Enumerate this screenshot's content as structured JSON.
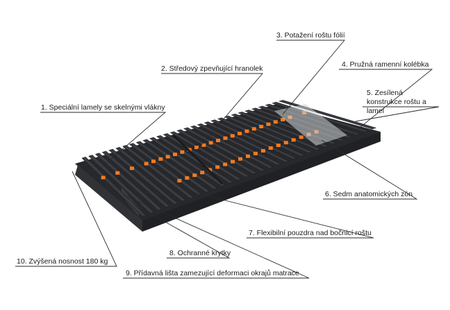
{
  "labels": [
    {
      "id": "l1",
      "text": "1. Speciální lamely se skelnými vlákny"
    },
    {
      "id": "l2",
      "text": "2. Středový zpevňující hranolek"
    },
    {
      "id": "l3",
      "text": "3. Potažení roštu fólií"
    },
    {
      "id": "l4",
      "text": "4. Pružná ramenní kolébka"
    },
    {
      "id": "l5",
      "text": "5. Zesílená konstrukce roštu a lamel"
    },
    {
      "id": "l6",
      "text": "6. Sedm anatomických zón"
    },
    {
      "id": "l7",
      "text": "7. Flexibilní pouzdra nad bočnicí roštu"
    },
    {
      "id": "l8",
      "text": "8. Ochranné krytky"
    },
    {
      "id": "l9",
      "text": "9. Přídavná lišta zamezující deformaci okrajů matrace"
    },
    {
      "id": "l10",
      "text": "10. Zvýšená nosnost 180 kg"
    }
  ],
  "colors": {
    "frame": "#2b2d31",
    "slat": "#3a3c41",
    "slat_edge": "#1e1f22",
    "cap": "#f47b20",
    "film": "#cfd3d6",
    "leader": "#2a2a2a",
    "text": "#1a1a1a"
  }
}
